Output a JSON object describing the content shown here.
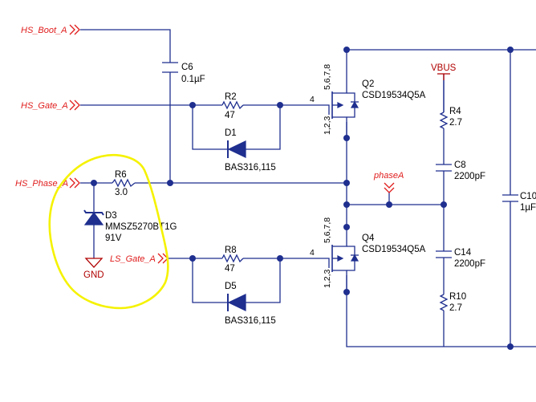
{
  "nets": {
    "hs_boot": "HS_Boot_A",
    "hs_gate": "HS_Gate_A",
    "hs_phase": "HS_Phase_A",
    "ls_gate": "LS_Gate_A",
    "phase": "phaseA",
    "vbus": "VBUS",
    "gnd": "GND"
  },
  "components": {
    "c6": {
      "ref": "C6",
      "value": "0.1µF"
    },
    "r2": {
      "ref": "R2",
      "value": "47"
    },
    "d1": {
      "ref": "D1",
      "value": "BAS316,115"
    },
    "r6": {
      "ref": "R6",
      "value": "3.0"
    },
    "d3": {
      "ref": "D3",
      "value": "MMSZ5270BT1G",
      "rating": "91V"
    },
    "r8": {
      "ref": "R8",
      "value": "47"
    },
    "d5": {
      "ref": "D5",
      "value": "BAS316,115"
    },
    "q2": {
      "ref": "Q2",
      "value": "CSD19534Q5A",
      "drain_pins": "5,6,7,8",
      "gate_pin": "4",
      "source_pins": "1,2,3"
    },
    "q4": {
      "ref": "Q4",
      "value": "CSD19534Q5A",
      "drain_pins": "5,6,7,8",
      "gate_pin": "4",
      "source_pins": "1,2,3"
    },
    "r4": {
      "ref": "R4",
      "value": "2.7"
    },
    "c8": {
      "ref": "C8",
      "value": "2200pF"
    },
    "c14": {
      "ref": "C14",
      "value": "2200pF"
    },
    "r10": {
      "ref": "R10",
      "value": "2.7"
    },
    "c10": {
      "ref": "C10",
      "value": "1µF"
    }
  },
  "annotation": {
    "highlight_color": "#f5f200"
  },
  "colors": {
    "wire": "#1f2f8f",
    "net_label": "#e01b1b",
    "power": "#b00000"
  }
}
